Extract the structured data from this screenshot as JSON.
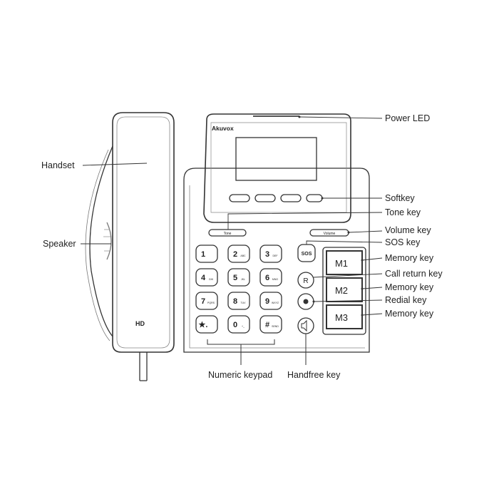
{
  "brand": "Akuvox",
  "handset_badge": "HD",
  "dialpad_keys": [
    {
      "digit": "1",
      "sub": ""
    },
    {
      "digit": "2",
      "sub": "ABC"
    },
    {
      "digit": "3",
      "sub": "DEF"
    },
    {
      "digit": "4",
      "sub": "GHI"
    },
    {
      "digit": "5",
      "sub": "JKL"
    },
    {
      "digit": "6",
      "sub": "MNO"
    },
    {
      "digit": "7",
      "sub": "PQRS"
    },
    {
      "digit": "8",
      "sub": "TUV"
    },
    {
      "digit": "9",
      "sub": "WXYZ"
    },
    {
      "digit": "★.",
      "sub": ""
    },
    {
      "digit": "0",
      "sub": "+_"
    },
    {
      "digit": "#",
      "sub": "SEND"
    }
  ],
  "memory_keys": [
    "M1",
    "M2",
    "M3"
  ],
  "side_buttons": {
    "sos": "SOS",
    "call_return": "R"
  },
  "bar_labels": {
    "tone": "Tone",
    "volume": "Volume"
  },
  "labels": {
    "power_led": "Power LED",
    "handset": "Handset",
    "softkey": "Softkey",
    "tone_key": "Tone key",
    "volume_key": "Volume key",
    "speaker": "Speaker",
    "sos_key": "SOS key",
    "memory_key_1": "Memory key",
    "call_return_key": "Call return key",
    "memory_key_2": "Memory key",
    "redial_key": "Redial key",
    "memory_key_3": "Memory key",
    "numeric_keypad": "Numeric keypad",
    "handfree_key": "Handfree key"
  }
}
